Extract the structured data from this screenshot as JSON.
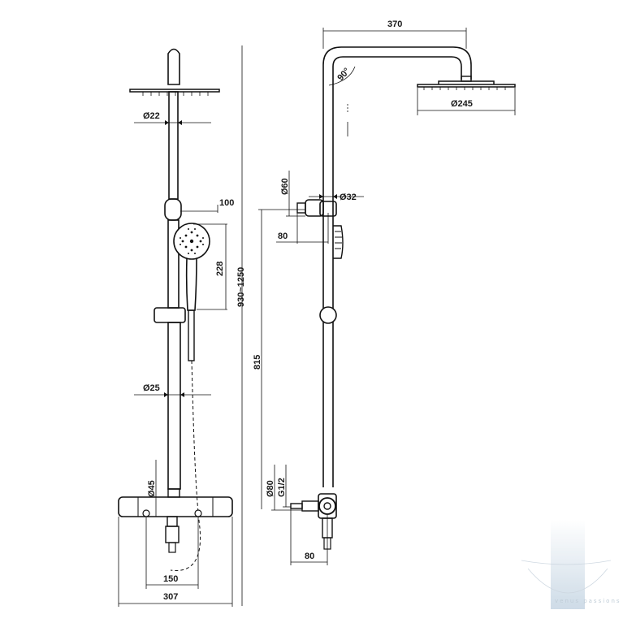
{
  "front_view": {
    "dim_pipe_top": "Ø22",
    "dim_holder_width": "100",
    "dim_hand_shower": "228",
    "dim_height_range": "930~1250",
    "dim_pipe_bottom": "Ø25",
    "dim_mixer_dia": "Ø45",
    "dim_inlet_spacing": "150",
    "dim_mixer_width": "307"
  },
  "side_view": {
    "dim_arm_length": "370",
    "dim_angle": "90°",
    "dim_head_dia": "Ø245",
    "dim_bracket_dia": "Ø60",
    "dim_pipe_dia": "Ø32",
    "dim_bracket_depth": "80",
    "dim_height": "815",
    "dim_eccentric_dia": "Ø80",
    "dim_thread": "G1/2",
    "dim_wall_offset": "80"
  },
  "watermark": {
    "text": "venus\npassions"
  }
}
